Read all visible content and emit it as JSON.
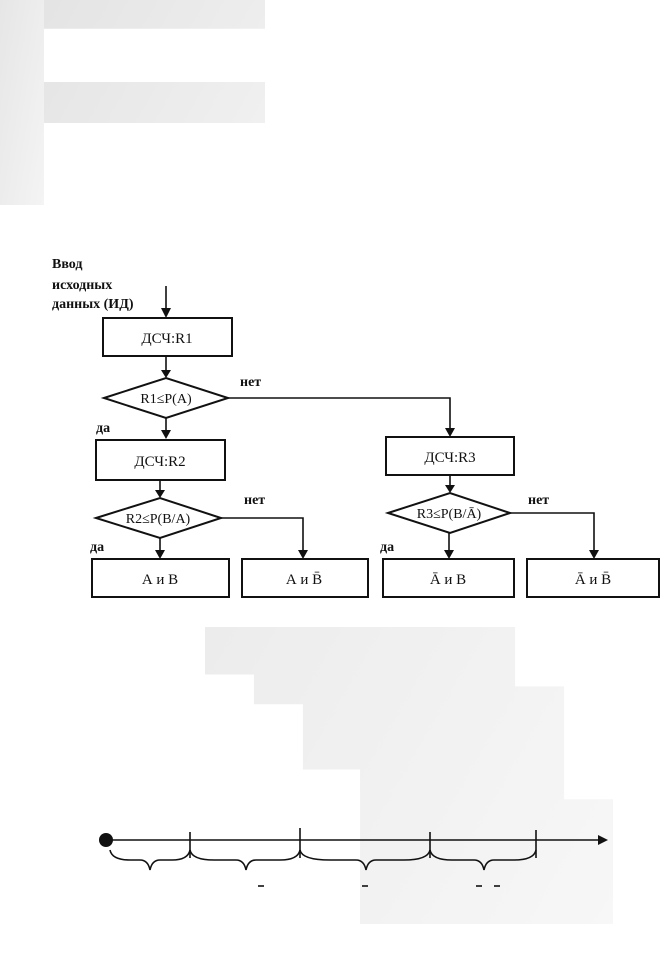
{
  "flowchart": {
    "input_label": [
      "Ввод",
      "исходных",
      "данных (ИД)"
    ],
    "rng_r1": "ДСЧ:R1",
    "cond_1": "R1≤P(A)",
    "rng_r2": "ДСЧ:R2",
    "cond_2": "R2≤P(B/A)",
    "rng_r3": "ДСЧ:R3",
    "cond_3": "R3≤P(B/Ā)",
    "yes": "да",
    "no": "нет",
    "outcome_1": "А и В",
    "outcome_2": "А и B̄",
    "outcome_3": "Ā и В",
    "outcome_4": "Ā и B̄"
  },
  "number_line": {
    "tick_count": 5
  },
  "colors": {
    "ink": "#111111",
    "shade": "#e9e9e9"
  }
}
